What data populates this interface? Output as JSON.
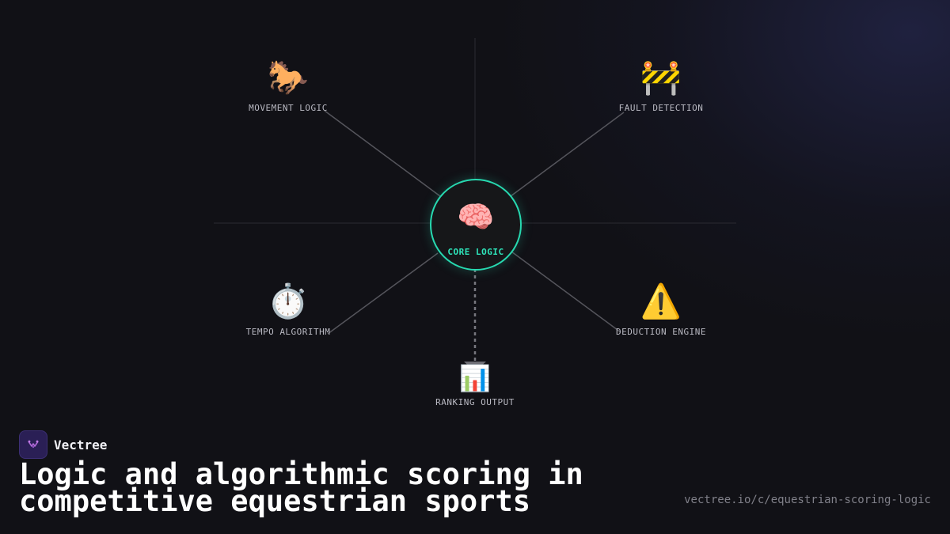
{
  "diagram": {
    "center": {
      "label": "CORE LOGIC",
      "icon": "brain-icon",
      "glyph": "🧠"
    },
    "nodes": [
      {
        "label": "MOVEMENT LOGIC",
        "icon": "horse-icon",
        "glyph": "🐎"
      },
      {
        "label": "FAULT DETECTION",
        "icon": "construction-barrier-icon",
        "glyph": "🚧"
      },
      {
        "label": "TEMPO ALGORITHM",
        "icon": "stopwatch-icon",
        "glyph": "⏱️"
      },
      {
        "label": "DEDUCTION ENGINE",
        "icon": "warning-icon",
        "glyph": "⚠️"
      },
      {
        "label": "RANKING OUTPUT",
        "icon": "bar-chart-icon",
        "glyph": "📊"
      }
    ],
    "accent_color": "#27d9b0"
  },
  "brand": {
    "name": "Vectree",
    "logo_icon": "vectree-logo-icon"
  },
  "title": {
    "line1": "Logic and algorithmic scoring in",
    "line2": "competitive equestrian sports"
  },
  "url": "vectree.io/c/equestrian-scoring-logic"
}
